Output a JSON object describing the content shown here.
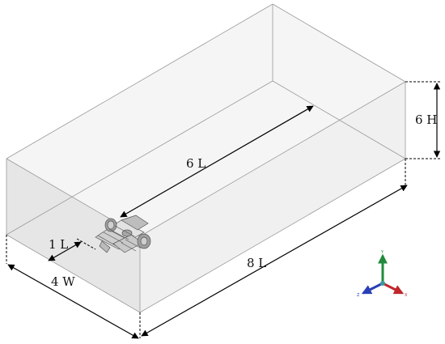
{
  "dimensions": {
    "inner_length": "6 L",
    "front_offset": "1 L",
    "total_length": "8 L",
    "height": "6 H",
    "width": "4 W"
  },
  "axes": {
    "y": "Y",
    "x": "X",
    "z": "Z"
  },
  "colors": {
    "box_edge": "#9a9a9a",
    "box_face": "#f1f1f1",
    "box_face_front": "#e3e3e3",
    "dimension": "#000000",
    "axis_x": "#c0262b",
    "axis_y": "#1f8b3b",
    "axis_z": "#2b3fb5"
  }
}
